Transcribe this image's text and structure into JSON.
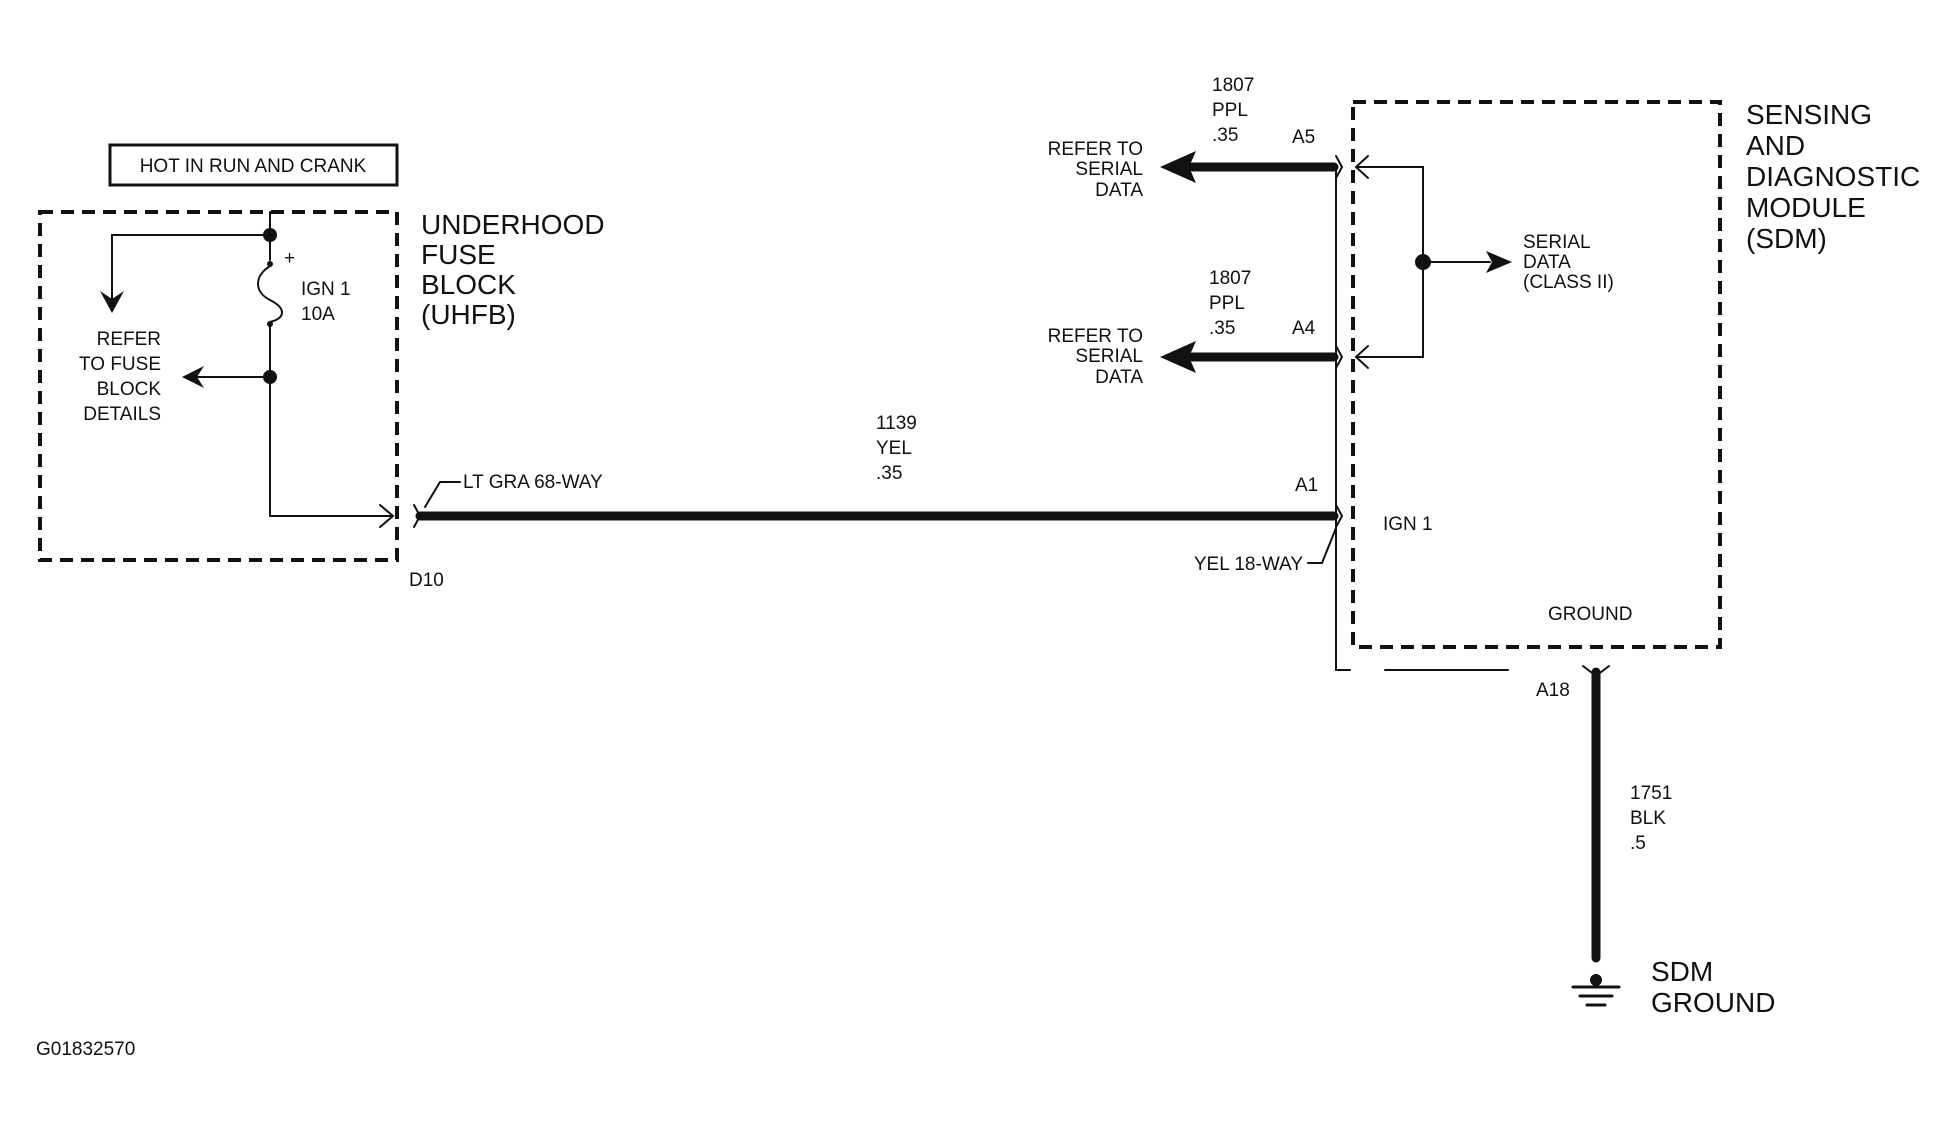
{
  "labels": {
    "hot_in_run": "HOT IN RUN AND CRANK",
    "uhfb": [
      "UNDERHOOD",
      "FUSE",
      "BLOCK",
      "(UHFB)"
    ],
    "fuse_name": "IGN 1",
    "fuse_rating": "10A",
    "fuse_plus": "+",
    "refer_fuse": [
      "REFER",
      "TO FUSE",
      "BLOCK",
      "DETAILS"
    ],
    "lt_gra_connector": "LT GRA 68-WAY",
    "d10": "D10",
    "wire_1139": [
      "1139",
      "YEL",
      ".35"
    ],
    "wire_1807_a5": [
      "1807",
      "PPL",
      ".35"
    ],
    "wire_1807_a4": [
      "1807",
      "PPL",
      ".35"
    ],
    "refer_serial_top": [
      "REFER TO",
      "SERIAL",
      "DATA"
    ],
    "refer_serial_bottom": [
      "REFER TO",
      "SERIAL",
      "DATA"
    ],
    "pin_a5": "A5",
    "pin_a4": "A4",
    "pin_a1": "A1",
    "pin_a18": "A18",
    "yel_connector": "YEL 18-WAY",
    "sdm": [
      "SENSING",
      "AND",
      "DIAGNOSTIC",
      "MODULE",
      "(SDM)"
    ],
    "serial_data": [
      "SERIAL",
      "DATA",
      "(CLASS II)"
    ],
    "ign1_input": "IGN 1",
    "ground_label": "GROUND",
    "wire_1751": [
      "1751",
      "BLK",
      ".5"
    ],
    "sdm_ground": [
      "SDM",
      "GROUND"
    ],
    "figure_id": "G01832570"
  }
}
